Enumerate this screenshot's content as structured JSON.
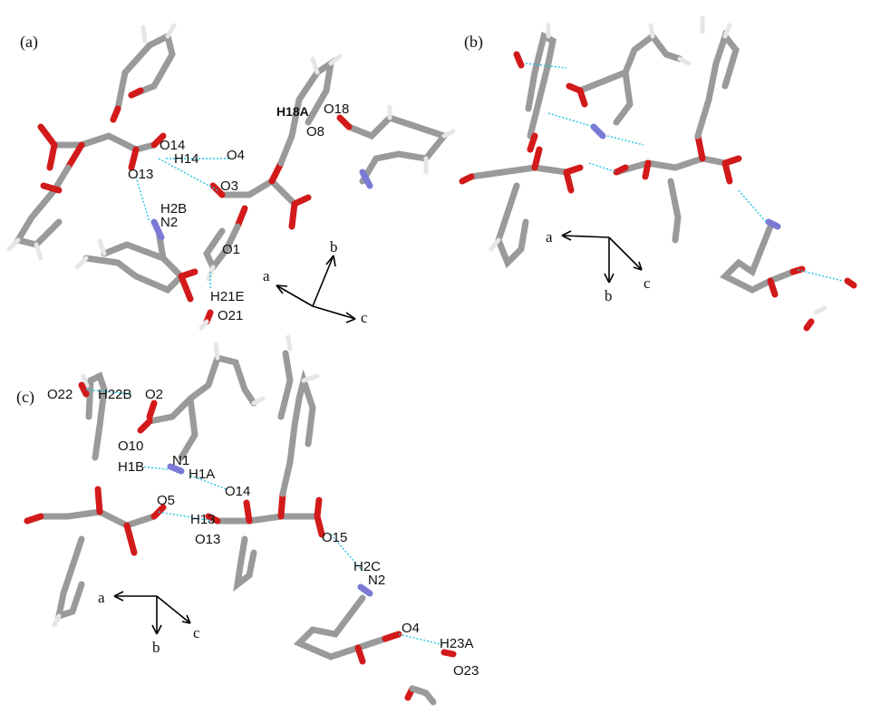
{
  "panels": {
    "a": {
      "label": "(a)",
      "atoms": {
        "h18a": "H18A",
        "o18": "O18",
        "o8": "O8",
        "o14": "O14",
        "h14": "H14",
        "o4": "O4",
        "o13": "O13",
        "o3": "O3",
        "h2b": "H2B",
        "n2": "N2",
        "o1": "O1",
        "h21e": "H21E",
        "o21": "O21"
      },
      "axes": {
        "a": "a",
        "b": "b",
        "c": "c"
      }
    },
    "b": {
      "label": "(b)",
      "axes": {
        "a": "a",
        "b": "b",
        "c": "c"
      }
    },
    "c": {
      "label": "(c)",
      "atoms": {
        "o22": "O22",
        "h22b": "H22B",
        "o2": "O2",
        "o10": "O10",
        "h1b": "H1B",
        "n1": "N1",
        "h1a": "H1A",
        "o14": "O14",
        "o5": "O5",
        "h13": "H13",
        "o13": "O13",
        "o15": "O15",
        "h2c": "H2C",
        "n2": "N2",
        "o4": "O4",
        "h23a": "H23A",
        "o23": "O23"
      },
      "axes": {
        "a": "a",
        "b": "b",
        "c": "c"
      }
    }
  },
  "colors": {
    "carbon": "#9a9a9a",
    "oxygen": "#d21a1a",
    "nitrogen": "#7a7ad6",
    "hydrogen": "#e6e6e6",
    "hydrogen_bond": "#22c6e6",
    "background": "#ffffff"
  }
}
